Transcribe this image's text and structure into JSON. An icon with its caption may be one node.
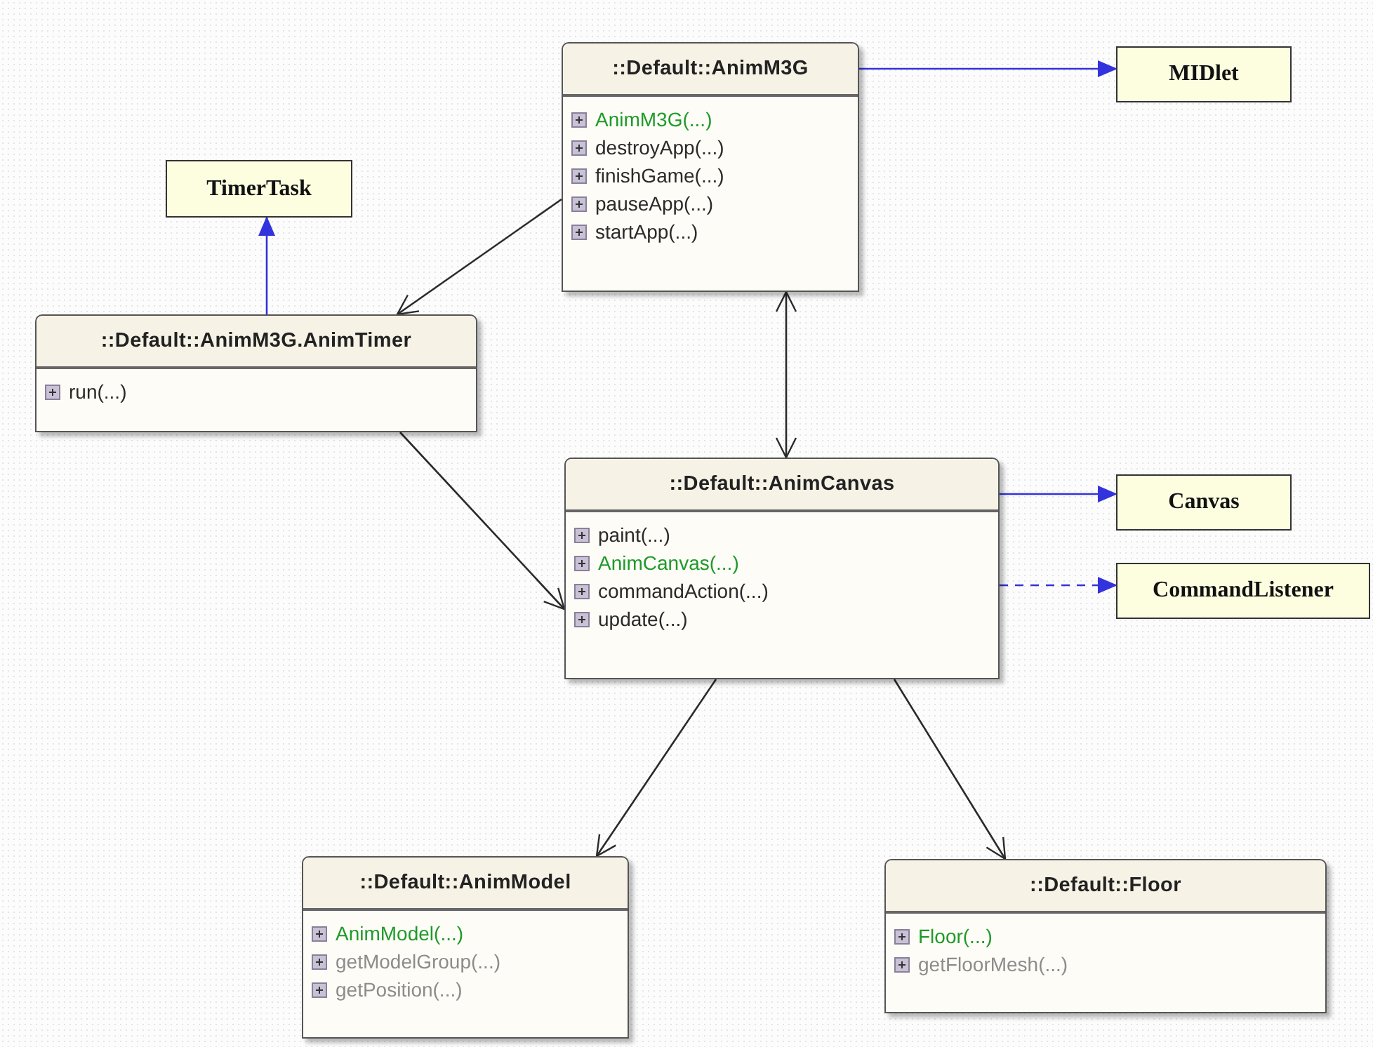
{
  "diagram": {
    "nodes": [
      {
        "text": [
          "::Default::AnimM3G",
          "AnimM3G(...)",
          "destroyApp(...)",
          "finishGame(...)",
          "pauseApp(...)",
          "startApp(...)"
        ]
      },
      {
        "text": [
          "MIDlet"
        ]
      },
      {
        "text": [
          "TimerTask"
        ]
      },
      {
        "text": [
          "::Default::AnimM3G.AnimTimer",
          "run(...)"
        ]
      },
      {
        "text": [
          "::Default::AnimCanvas",
          "paint(...)",
          "AnimCanvas(...)",
          "commandAction(...)",
          "update(...)"
        ]
      },
      {
        "text": [
          "Canvas"
        ]
      },
      {
        "text": [
          "CommandListener"
        ]
      },
      {
        "text": [
          "::Default::AnimModel",
          "AnimModel(...)",
          "getModelGroup(...)",
          "getPosition(...)"
        ]
      },
      {
        "text": [
          "::Default::Floor",
          "Floor(...)",
          "getFloorMesh(...)"
        ]
      }
    ],
    "edges": [
      {
        "from": 0,
        "to": 1,
        "arrow": "to",
        "color": "#3333dd"
      },
      {
        "from": 3,
        "to": 2,
        "arrow": "to",
        "color": "#3333dd"
      },
      {
        "from": 0,
        "to": 3,
        "arrow": "to"
      },
      {
        "from": 0,
        "to": 4,
        "arrow": "both"
      },
      {
        "from": 3,
        "to": 4,
        "arrow": "to"
      },
      {
        "from": 4,
        "to": 5,
        "arrow": "to",
        "color": "#3333dd"
      },
      {
        "from": 4,
        "to": 6,
        "arrow": "to",
        "style": "dashed",
        "color": "#3333dd"
      },
      {
        "from": 4,
        "to": 7,
        "arrow": "to"
      },
      {
        "from": 4,
        "to": 8,
        "arrow": "to"
      }
    ]
  }
}
